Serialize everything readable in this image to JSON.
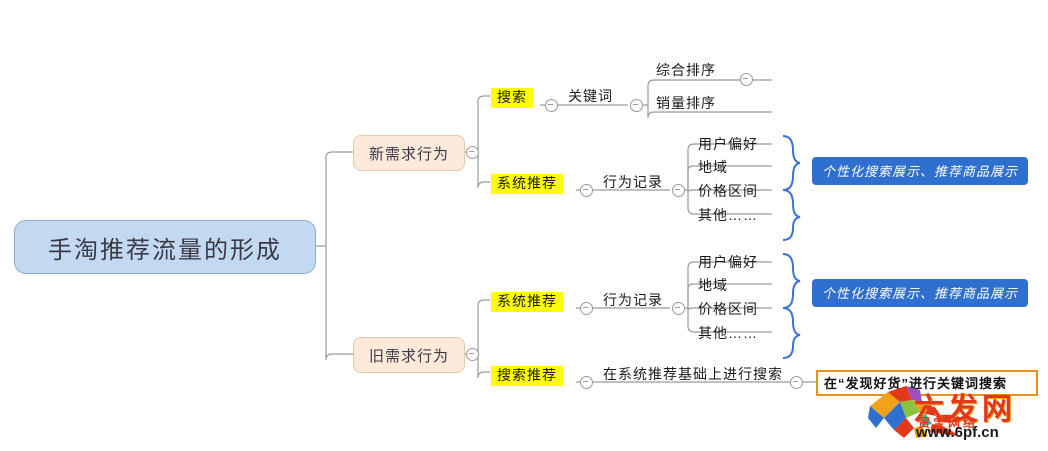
{
  "root": {
    "label": "手淘推荐流量的形成"
  },
  "branches": [
    {
      "label": "新需求行为",
      "groups": [
        {
          "highlight": "搜索",
          "mid": "关键词",
          "leaves": [
            "综合排序",
            "销量排序"
          ],
          "callout": null
        },
        {
          "highlight": "系统推荐",
          "mid": "行为记录",
          "leaves": [
            "用户偏好",
            "地域",
            "价格区间",
            "其他……"
          ],
          "callout": "个性化搜索展示、推荐商品展示"
        }
      ]
    },
    {
      "label": "旧需求行为",
      "groups": [
        {
          "highlight": "系统推荐",
          "mid": "行为记录",
          "leaves": [
            "用户偏好",
            "地域",
            "价格区间",
            "其他……"
          ],
          "callout": "个性化搜索展示、推荐商品展示"
        },
        {
          "highlight": "搜索推荐",
          "mid": "在系统推荐基础上进行搜索",
          "leaves": [],
          "callout_boxed": "在“发现好货”进行关键词搜索"
        }
      ]
    }
  ],
  "watermark": {
    "brand": "六发网",
    "tagline": "贸宝网络",
    "url": "www.6pf.cn"
  },
  "colors": {
    "root_fill": "#c3d9f2",
    "branch_fill": "#fdeada",
    "highlight": "#ffff00",
    "callout": "#2f6fd0",
    "orange_border": "#e8901a",
    "wire": "#9a9a9a",
    "brace": "#3b72d9"
  }
}
